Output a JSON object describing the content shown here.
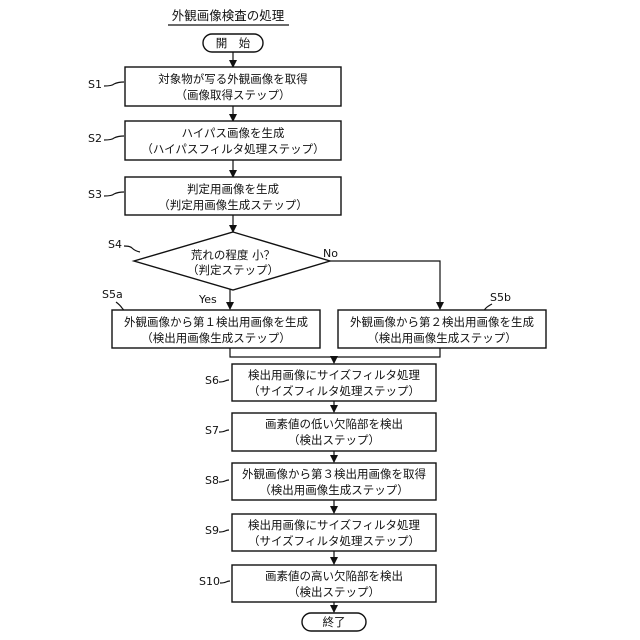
{
  "title": "外観画像検査の処理",
  "start": "開　始",
  "end": "終了",
  "steps": {
    "s1": {
      "label": "S1",
      "line1": "対象物が写る外観画像を取得",
      "line2": "（画像取得ステップ）"
    },
    "s2": {
      "label": "S2",
      "line1": "ハイパス画像を生成",
      "line2": "（ハイパスフィルタ処理ステップ）"
    },
    "s3": {
      "label": "S3",
      "line1": "判定用画像を生成",
      "line2": "（判定用画像生成ステップ）"
    },
    "s4": {
      "label": "S4",
      "line1": "荒れの程度 小？",
      "line2": "（判定ステップ）",
      "yes": "Yes",
      "no": "No"
    },
    "s5a": {
      "label": "S5a",
      "line1": "外観画像から第１検出用画像を生成",
      "line2": "（検出用画像生成ステップ）"
    },
    "s5b": {
      "label": "S5b",
      "line1": "外観画像から第２検出用画像を生成",
      "line2": "（検出用画像生成ステップ）"
    },
    "s6": {
      "label": "S6",
      "line1": "検出用画像にサイズフィルタ処理",
      "line2": "（サイズフィルタ処理ステップ）"
    },
    "s7": {
      "label": "S7",
      "line1": "画素値の低い欠陥部を検出",
      "line2": "（検出ステップ）"
    },
    "s8": {
      "label": "S8",
      "line1": "外観画像から第３検出用画像を取得",
      "line2": "（検出用画像生成ステップ）"
    },
    "s9": {
      "label": "S9",
      "line1": "検出用画像にサイズフィルタ処理",
      "line2": "（サイズフィルタ処理ステップ）"
    },
    "s10": {
      "label": "S10",
      "line1": "画素値の高い欠陥部を検出",
      "line2": "（検出ステップ）"
    }
  }
}
